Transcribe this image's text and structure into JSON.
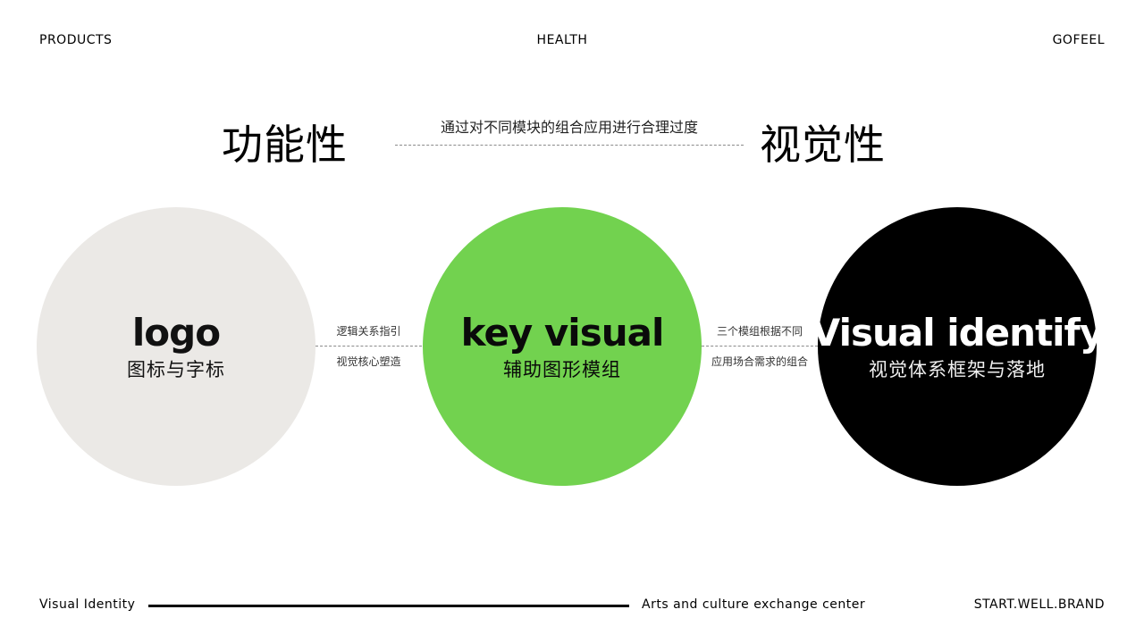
{
  "header": {
    "left": "PRODUCTS",
    "center": "HEALTH",
    "right": "GOFEEL"
  },
  "titles": {
    "left": "功能性",
    "right": "视觉性",
    "caption": "通过对不同模块的组合应用进行合理过度"
  },
  "circles": [
    {
      "title": "logo",
      "subtitle": "图标与字标",
      "color": "#ebe9e6"
    },
    {
      "title": "key visual",
      "subtitle": "辅助图形模组",
      "color": "#72d24f"
    },
    {
      "title": "Visual identify",
      "subtitle": "视觉体系框架与落地",
      "color": "#000000"
    }
  ],
  "connectors": [
    {
      "top": "逻辑关系指引",
      "bottom": "视觉核心塑造"
    },
    {
      "top": "三个模组根据不同",
      "bottom": "应用场合需求的组合"
    }
  ],
  "footer": {
    "left": "Visual Identity",
    "middle": "Arts and culture exchange center",
    "right": "START.WELL.BRAND"
  }
}
